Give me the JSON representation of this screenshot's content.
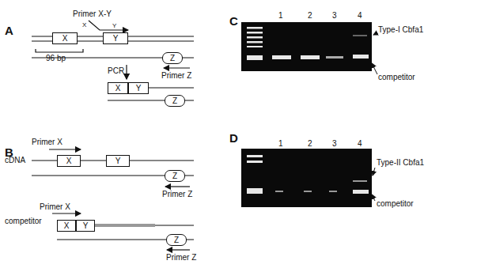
{
  "diagram": {
    "nodes": [
      {
        "text": [
          "X"
        ]
      },
      {
        "text": [
          "Y"
        ]
      },
      {
        "text": [
          "Z"
        ]
      },
      {
        "text": [
          "X"
        ]
      },
      {
        "text": [
          "Y"
        ]
      },
      {
        "text": [
          "Z"
        ]
      },
      {
        "text": [
          "X"
        ]
      },
      {
        "text": [
          "Y"
        ]
      },
      {
        "text": [
          "Z"
        ]
      },
      {
        "text": [
          "X"
        ]
      },
      {
        "text": [
          "Y"
        ]
      },
      {
        "text": [
          "Z"
        ]
      }
    ],
    "labels": [
      "A",
      "Primer X-Y",
      "X",
      "Y",
      "96 bp",
      "PCR",
      "Primer Z",
      "B",
      "Primer X",
      "cDNA",
      "Primer Z",
      "competitor",
      "Primer X",
      "Primer Z",
      "C",
      "1",
      "2",
      "3",
      "4",
      "Type-I Cbfa1",
      "competitor",
      "D",
      "1",
      "2",
      "3",
      "4",
      "Type-II Cbfa1",
      "competitor"
    ]
  }
}
